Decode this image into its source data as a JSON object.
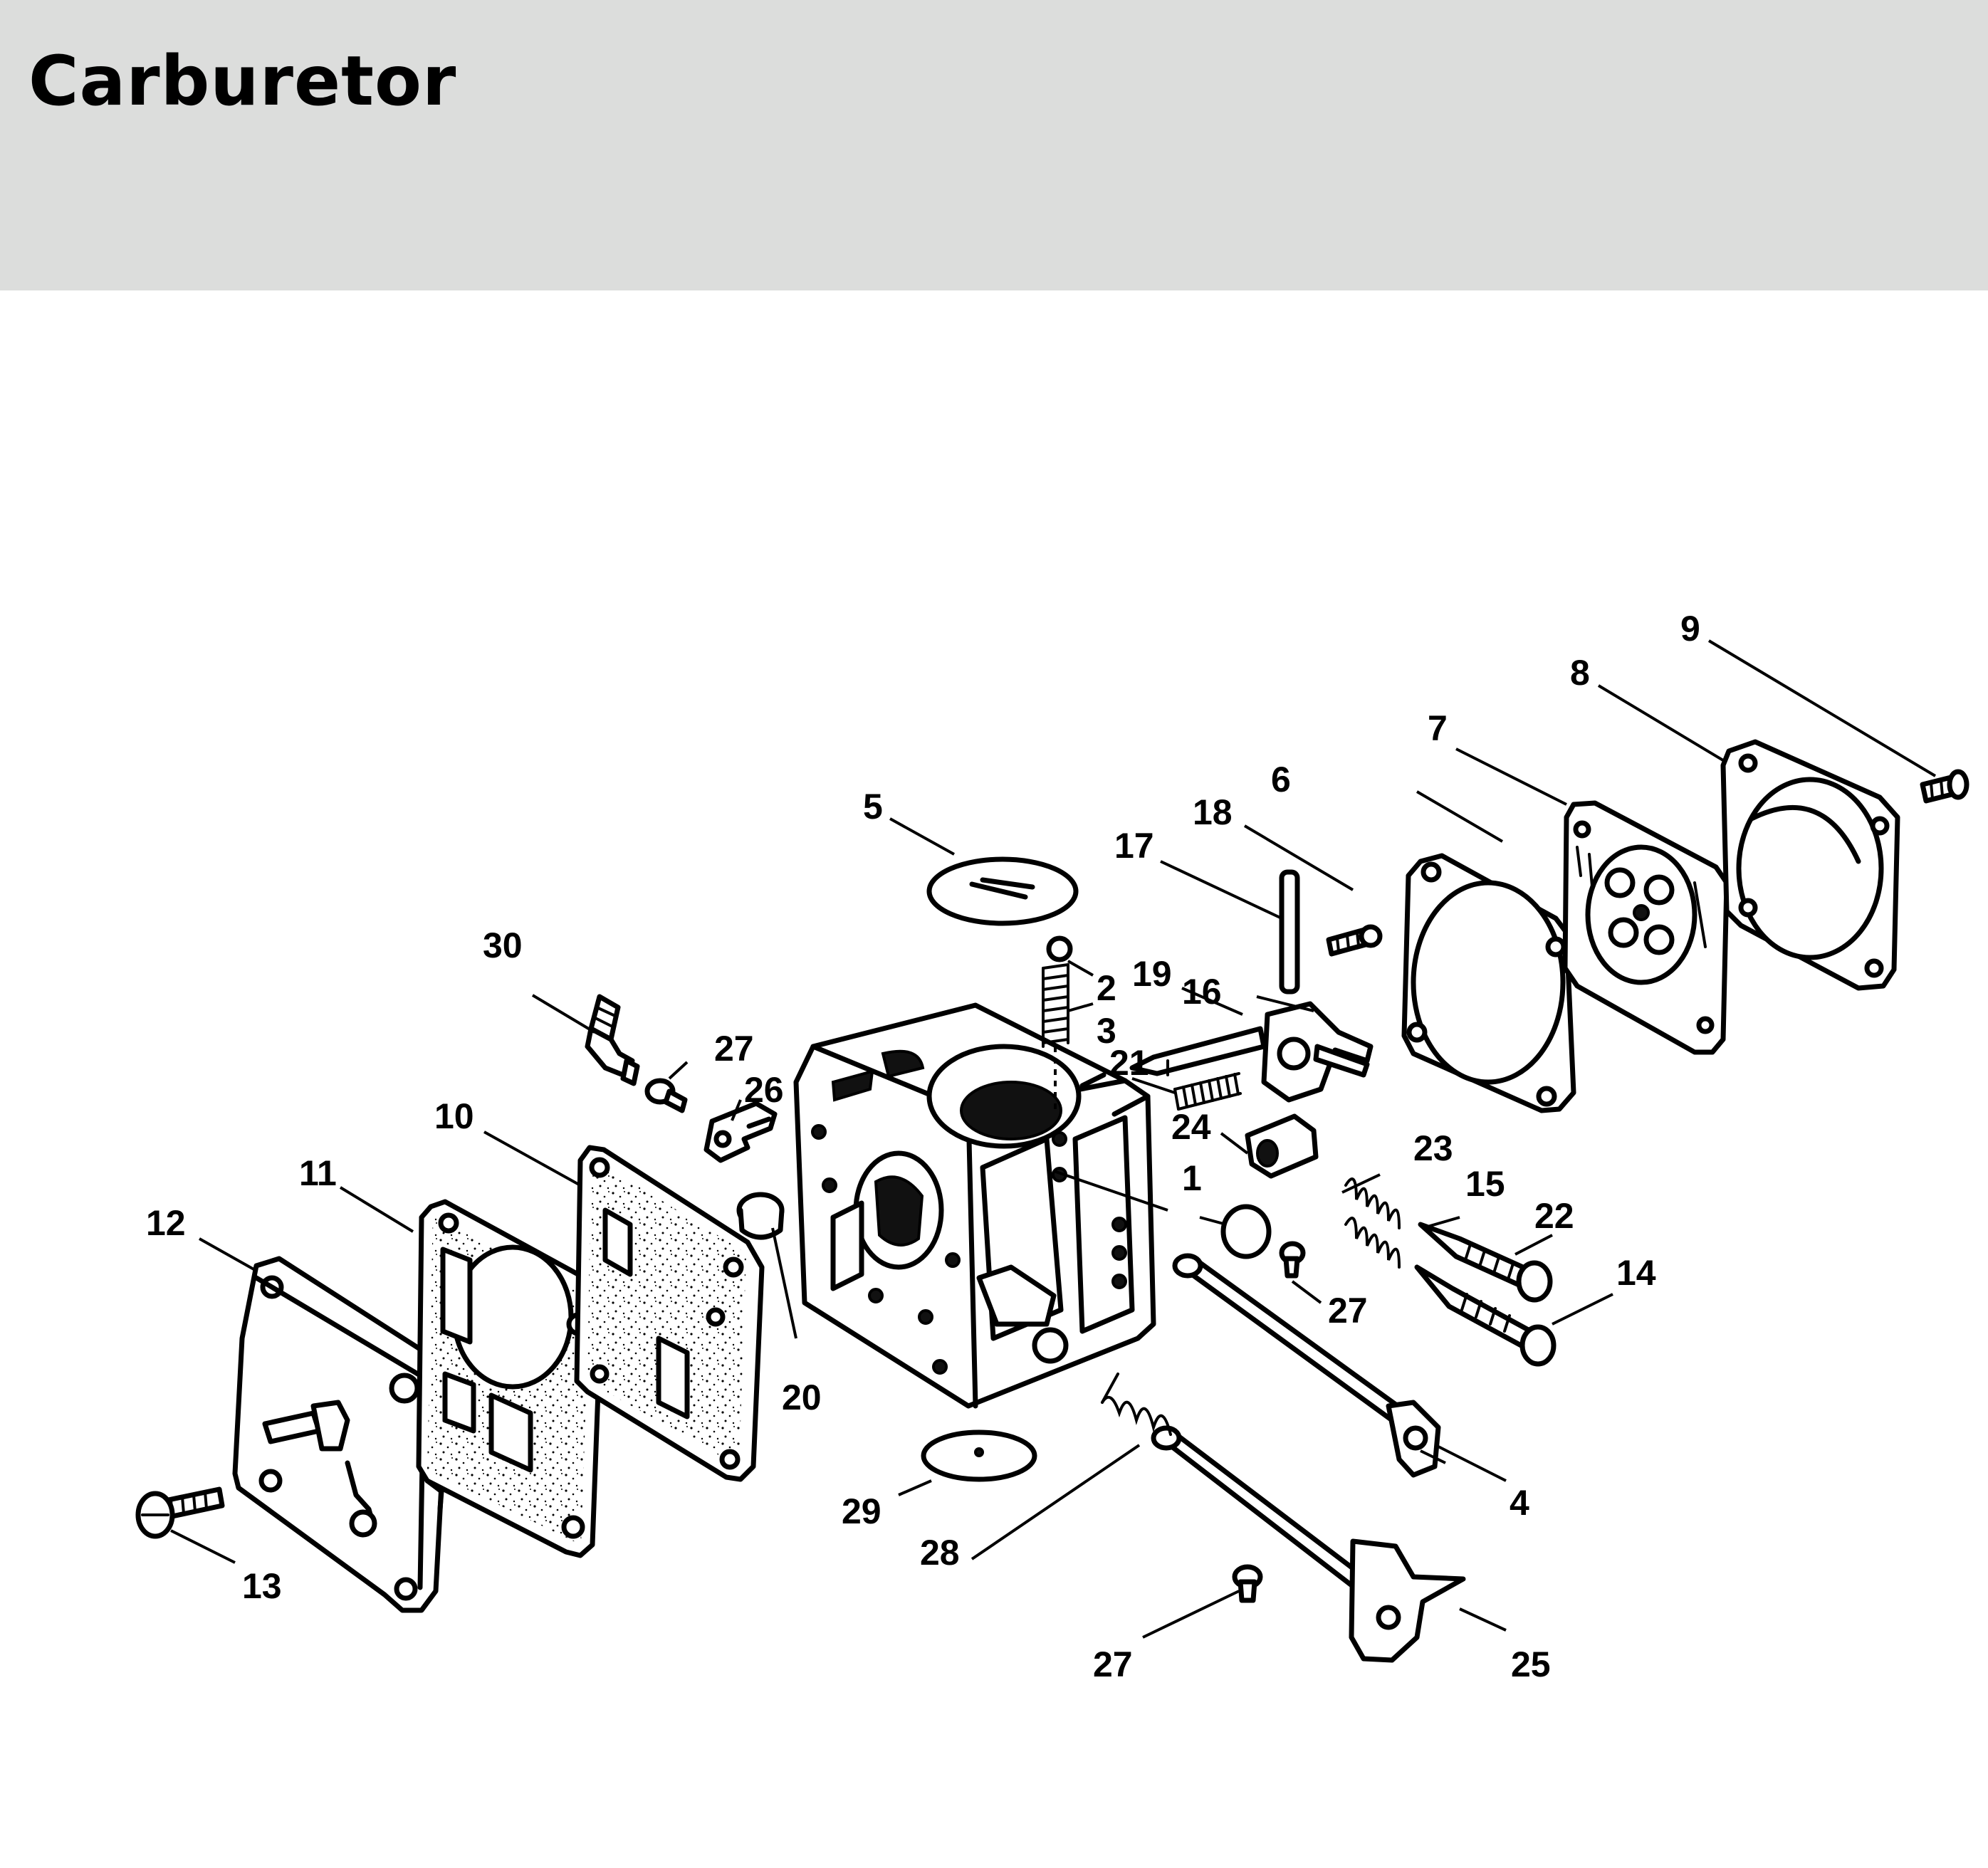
{
  "page": {
    "title": "Carburetor"
  },
  "colors": {
    "header_bg": "#dcdddc",
    "ink": "#000000",
    "paper": "#ffffff"
  },
  "callouts": {
    "c1": "1",
    "c2": "2",
    "c3": "3",
    "c4": "4",
    "c5": "5",
    "c6": "6",
    "c7": "7",
    "c8": "8",
    "c9": "9",
    "c10": "10",
    "c11": "11",
    "c12": "12",
    "c13": "13",
    "c14": "14",
    "c15": "15",
    "c16": "16",
    "c17": "17",
    "c18": "18",
    "c19": "19",
    "c20": "20",
    "c21": "21",
    "c22": "22",
    "c23": "23",
    "c24": "24",
    "c25": "25",
    "c26": "26",
    "c27a": "27",
    "c27b": "27",
    "c27c": "27",
    "c28": "28",
    "c29": "29",
    "c30": "30"
  }
}
